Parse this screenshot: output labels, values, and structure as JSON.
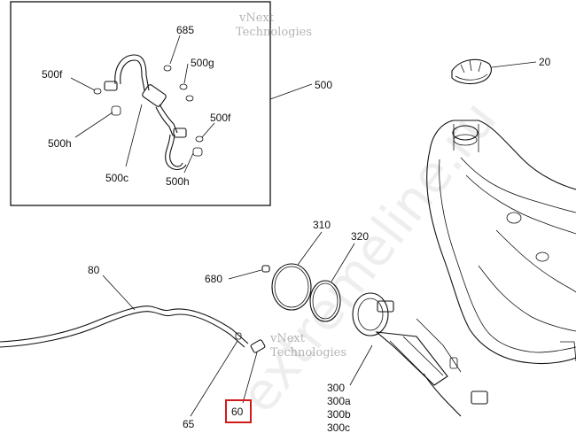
{
  "labels": {
    "l685": "685",
    "l500g": "500g",
    "l500f_top": "500f",
    "l500f_right": "500f",
    "l500h_left": "500h",
    "l500h_right": "500h",
    "l500c": "500c",
    "l500": "500",
    "l20": "20",
    "l310": "310",
    "l320": "320",
    "l680": "680",
    "l80": "80",
    "l300": "300",
    "l300a": "300a",
    "l300b": "300b",
    "l300c": "300c",
    "l65": "65",
    "l60": "60"
  },
  "watermarks": {
    "vnext": "vNext",
    "technologies": "Technologies",
    "site": "extremeline.ru"
  },
  "colors": {
    "highlight": "#d11a1a",
    "line": "#111111"
  }
}
